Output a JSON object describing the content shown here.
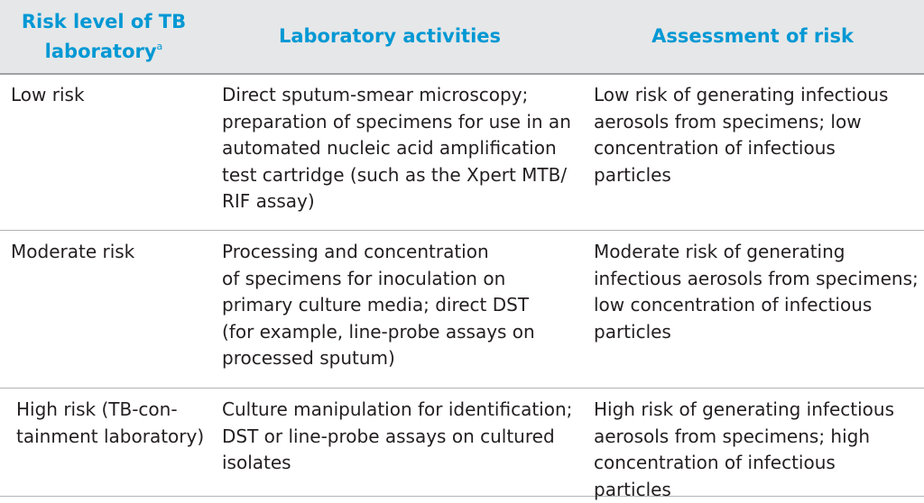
{
  "header": {
    "col1_line1": "Risk level of TB",
    "col1_line2": "laboratory",
    "col1_footnote": "a",
    "col2": "Laboratory activities",
    "col3": "Assessment of risk"
  },
  "rows": [
    {
      "risk_level": "Low risk",
      "activities": "Direct sputum-smear microscopy;\npreparation of specimens for use in an\nautomated nucleic acid amplification\ntest cartridge (such as the Xpert MTB/\nRIF assay)",
      "assessment": "Low risk of  generating infectious\naerosols from specimens; low\nconcentration of infectious particles"
    },
    {
      "risk_level": "Moderate risk",
      "activities": "Processing and concentration\nof specimens for inoculation on\nprimary culture media; direct DST\n(for example, line-probe assays on\nprocessed sputum)",
      "assessment": "Moderate risk of generating\ninfectious aerosols from specimens;\nlow concentration of infectious\nparticles"
    },
    {
      "risk_level": "High risk (TB-con-\ntainment laboratory)",
      "activities": "Culture manipulation for identification;\nDST or  line-probe assays on cultured\nisolates",
      "assessment": "High risk of generating infectious\naerosols from specimens; high\nconcentration of infectious particles"
    }
  ],
  "colors": {
    "header_bg": "#e6e7e8",
    "header_text": "#0098d4",
    "body_text": "#231f20",
    "rule": "#b1b3b6"
  }
}
